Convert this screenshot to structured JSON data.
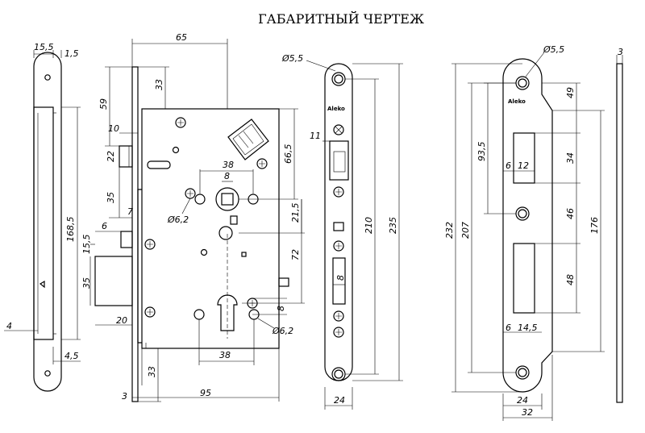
{
  "title": "ГАБАРИТНЫЙ ЧЕРТЕЖ",
  "brand": "Aleko",
  "side_view": {
    "d15_5": "15,5",
    "d1_5": "1,5",
    "d168_5": "168,5",
    "d4": "4",
    "d4_5": "4,5"
  },
  "body_view": {
    "d65": "65",
    "d33_top": "33",
    "d59": "59",
    "d10": "10",
    "d22": "22",
    "d35_a": "35",
    "d7": "7",
    "d6": "6",
    "d15_5": "15,5",
    "d35_b": "35",
    "d20": "20",
    "d33_bottom": "33",
    "d3": "3",
    "d95": "95",
    "d38_top": "38",
    "d8_top": "8",
    "phi6_2_a": "Ø6,2",
    "d66_5": "66,5",
    "d21_5": "21,5",
    "d72": "72",
    "d8_right": "8",
    "phi6_2_b": "Ø6,2",
    "d38_bottom": "38"
  },
  "faceplate_view": {
    "phi5_5": "Ø5,5",
    "d11": "11",
    "d8": "8",
    "d210": "210",
    "d235": "235",
    "d24": "24"
  },
  "strike_view": {
    "phi5_5": "Ø5,5",
    "d3": "3",
    "d49": "49",
    "d93_5": "93,5",
    "d6_a": "6",
    "d12": "12",
    "d34": "34",
    "d46": "46",
    "d176": "176",
    "d232": "232",
    "d207": "207",
    "d48": "48",
    "d6_b": "6",
    "d14_5": "14,5",
    "d24": "24",
    "d32": "32"
  }
}
